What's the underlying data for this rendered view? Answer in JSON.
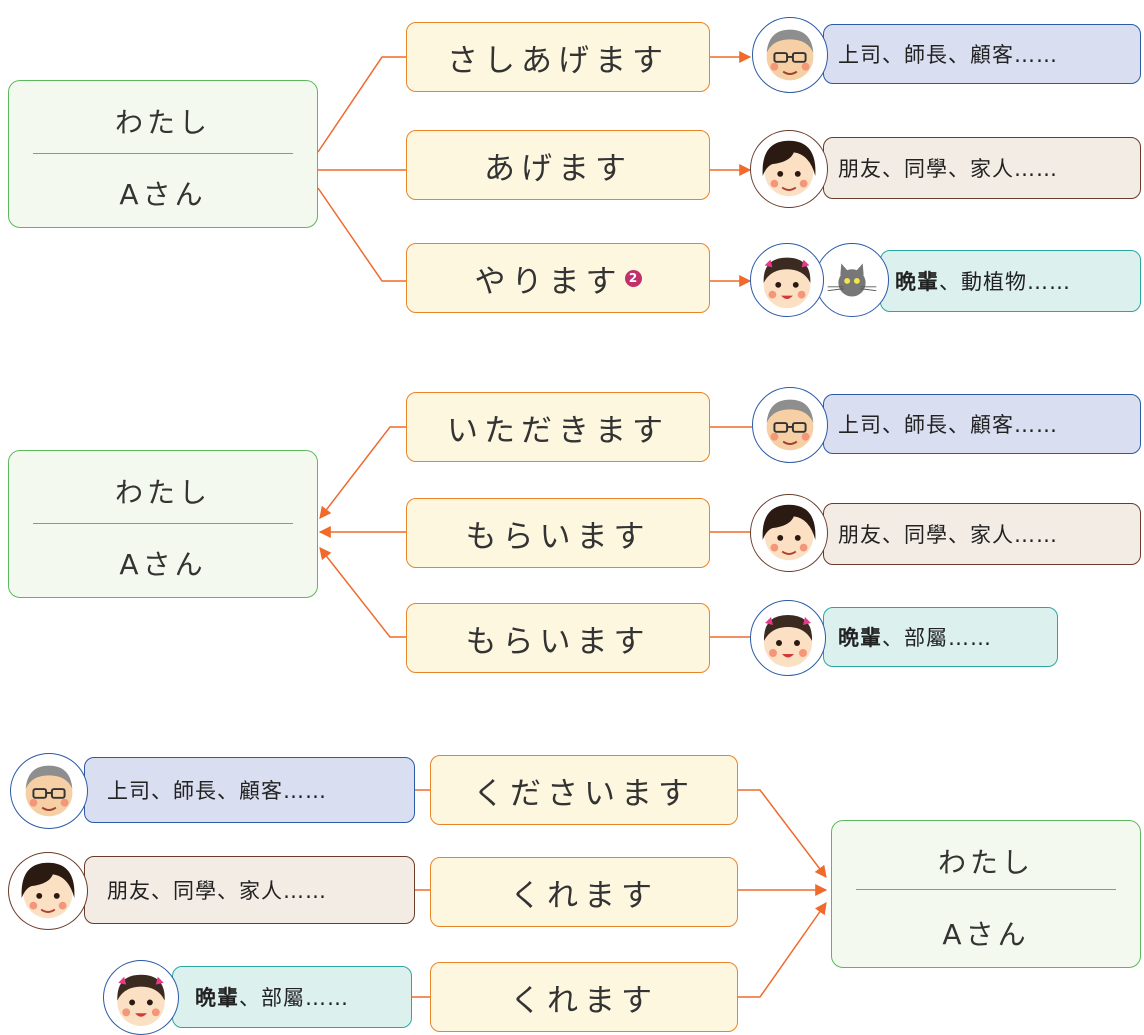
{
  "colors": {
    "arrow": "#f06a2c",
    "actor_border": "#5cb85c",
    "verb_border": "#e8842a"
  },
  "actor": {
    "line1": "わたし",
    "line2": "Aさん"
  },
  "give": {
    "verbs": [
      {
        "text": "さしあげます"
      },
      {
        "text": "あげます"
      },
      {
        "text": "やります",
        "badge": "2"
      }
    ],
    "targets": [
      {
        "icon": "elderly-man-icon",
        "text": "上司、師長、顧客……"
      },
      {
        "icon": "woman-icon",
        "text": "朋友、同學、家人……"
      },
      {
        "icon": "girl-icon",
        "icon2": "cat-icon",
        "lead": "晩輩",
        "text": "、動植物……"
      }
    ]
  },
  "receive": {
    "verbs": [
      {
        "text": "いただきます"
      },
      {
        "text": "もらいます"
      },
      {
        "text": "もらいます"
      }
    ],
    "sources": [
      {
        "icon": "elderly-man-icon",
        "text": "上司、師長、顧客……"
      },
      {
        "icon": "woman-icon",
        "text": "朋友、同學、家人……"
      },
      {
        "icon": "girl-icon",
        "lead": "晩輩",
        "text": "、部屬……"
      }
    ]
  },
  "given_to_me": {
    "verbs": [
      {
        "text": "くださいます"
      },
      {
        "text": "くれます"
      },
      {
        "text": "くれます"
      }
    ],
    "givers": [
      {
        "icon": "elderly-man-icon",
        "text": "上司、師長、顧客……"
      },
      {
        "icon": "woman-icon",
        "text": "朋友、同學、家人……"
      },
      {
        "icon": "girl-icon",
        "lead": "晩輩",
        "text": "、部屬……"
      }
    ]
  }
}
